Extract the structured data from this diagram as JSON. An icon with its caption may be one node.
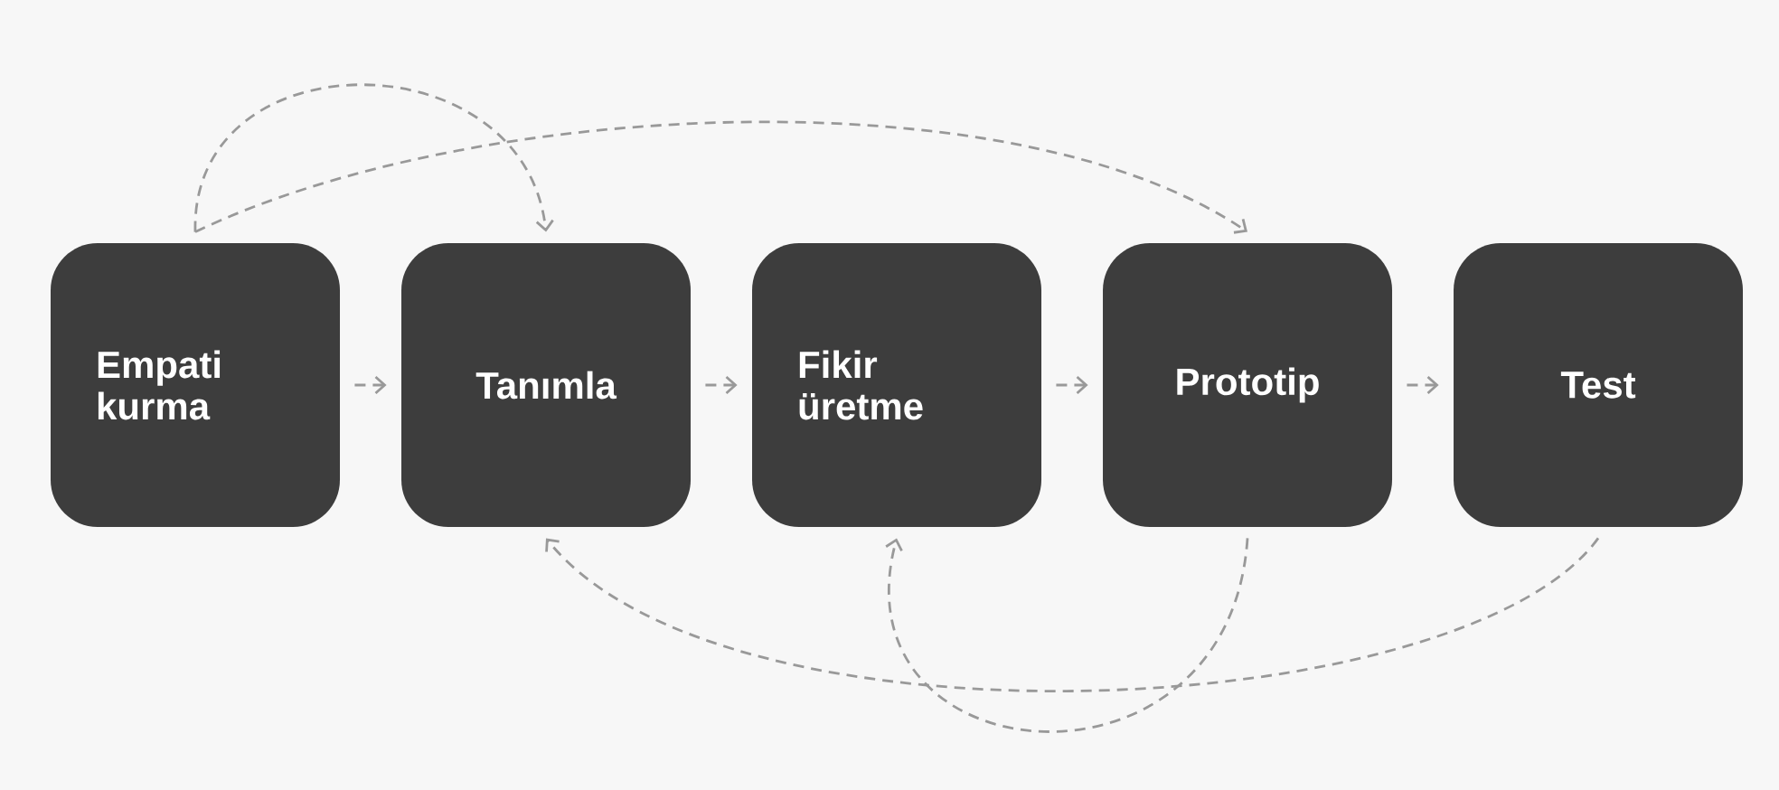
{
  "diagram": {
    "nodes": [
      {
        "text": [
          "Empati kurma"
        ]
      },
      {
        "text": [
          "Tanımla"
        ]
      },
      {
        "text": [
          "Fikir üretme"
        ]
      },
      {
        "text": [
          "Prototip"
        ]
      },
      {
        "text": [
          "Test"
        ]
      }
    ],
    "edges": [
      {
        "from": 0,
        "to": 1,
        "arrow": "to",
        "style": "dashed"
      },
      {
        "from": 1,
        "to": 2,
        "arrow": "to",
        "style": "dashed"
      },
      {
        "from": 2,
        "to": 3,
        "arrow": "to",
        "style": "dashed"
      },
      {
        "from": 3,
        "to": 4,
        "arrow": "to",
        "style": "dashed"
      },
      {
        "from": 0,
        "to": 1,
        "arrow": "to",
        "style": "dashed"
      },
      {
        "from": 0,
        "to": 3,
        "arrow": "to",
        "style": "dashed"
      },
      {
        "from": 4,
        "to": 1,
        "arrow": "to",
        "style": "dashed"
      },
      {
        "from": 3,
        "to": 2,
        "arrow": "to",
        "style": "dashed"
      }
    ]
  }
}
